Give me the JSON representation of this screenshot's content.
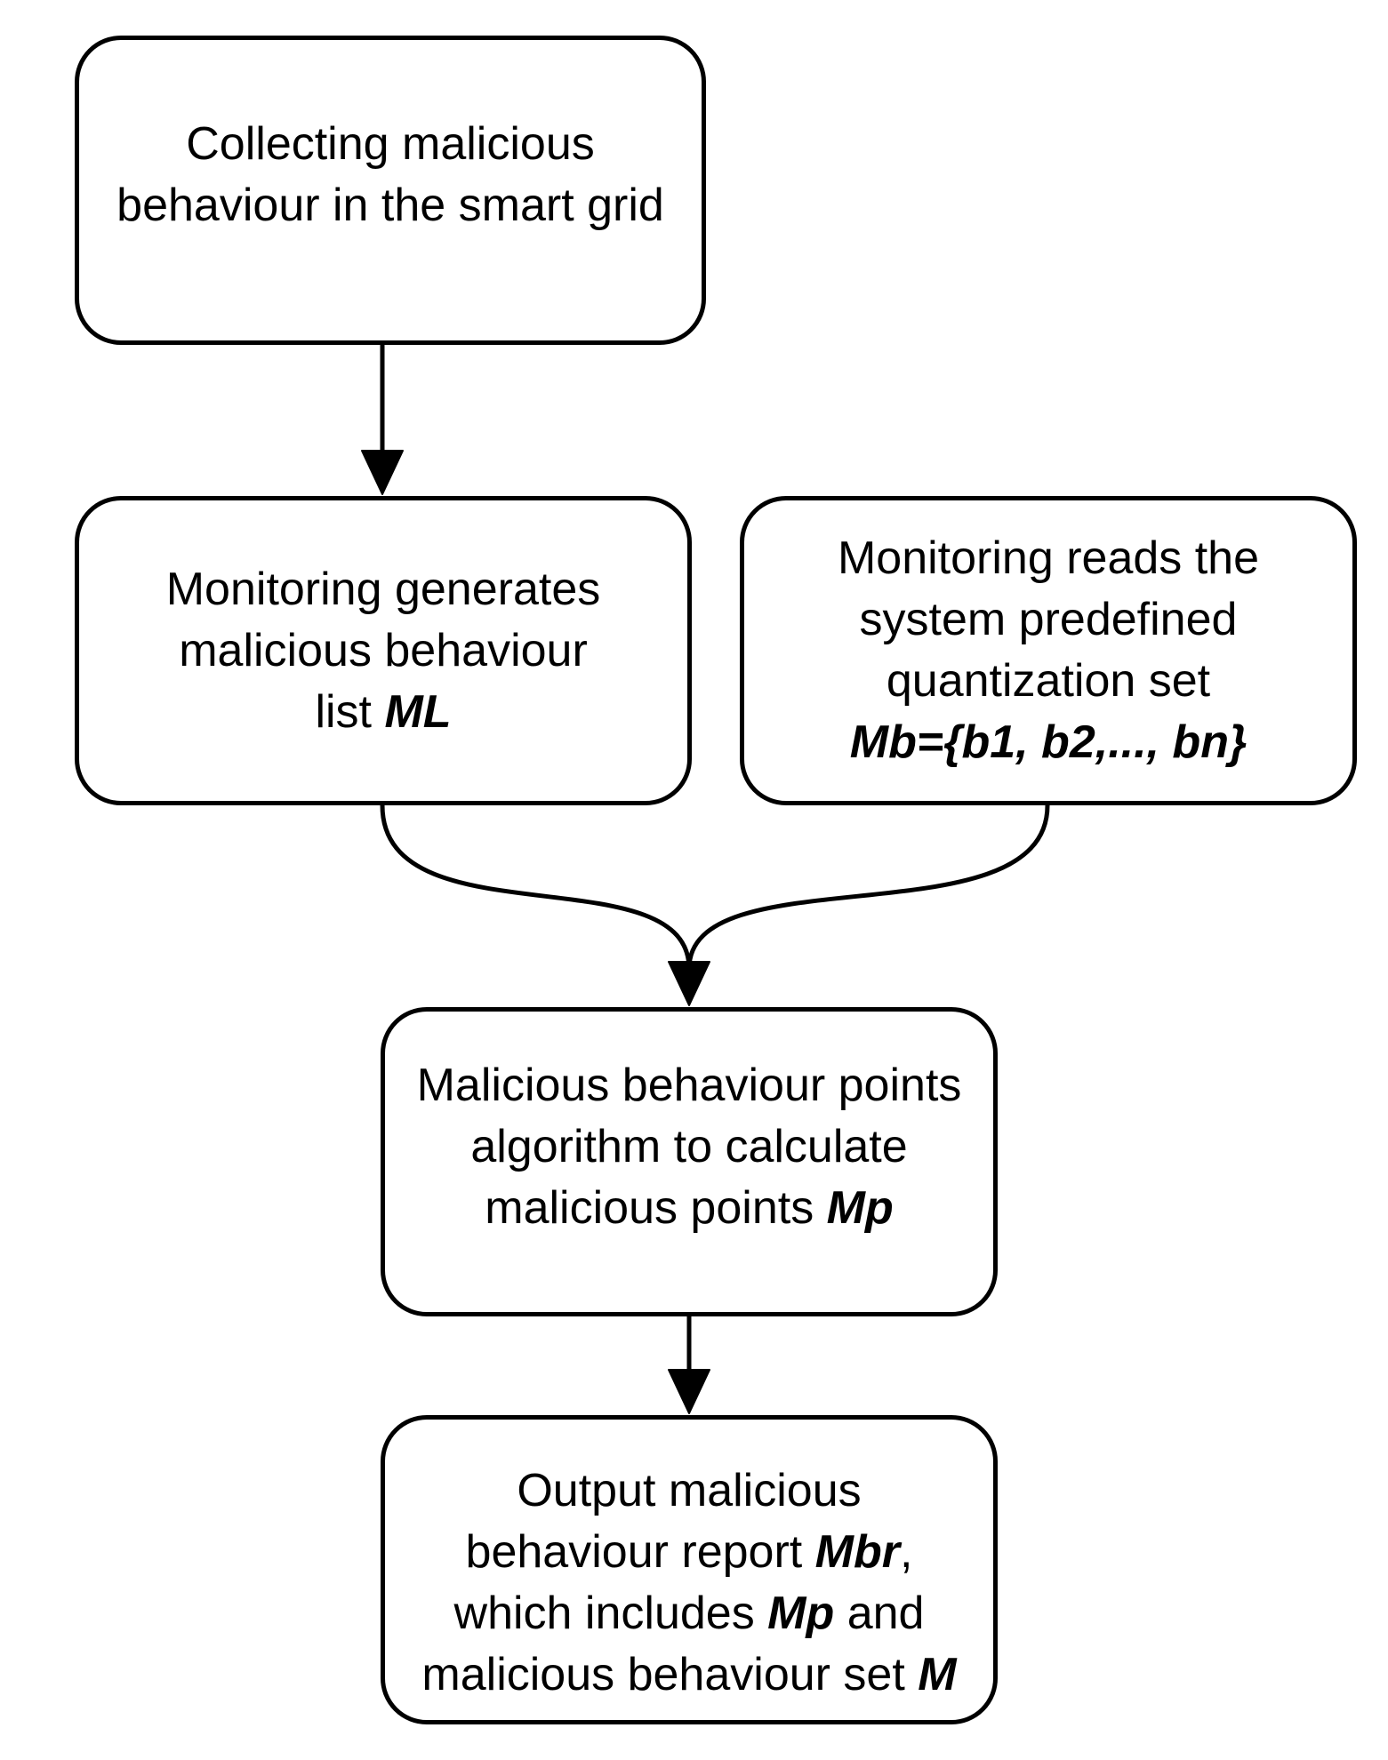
{
  "nodes": {
    "collect": {
      "line1": "Collecting malicious",
      "line2": "behaviour in the smart grid"
    },
    "generate": {
      "line1": "Monitoring generates",
      "line2": "malicious behaviour",
      "line3_text": "list ",
      "line3_var": "ML"
    },
    "reads": {
      "line1": "Monitoring reads the",
      "line2": "system predefined",
      "line3": "quantization set",
      "line4_var": "Mb={b1, b2,..., bn}"
    },
    "points": {
      "line1": "Malicious behaviour points",
      "line2": "algorithm to calculate",
      "line3_text": "malicious points ",
      "line3_var": "Mp"
    },
    "output": {
      "line1": "Output malicious",
      "line2_text": "behaviour report ",
      "line2_var": "Mbr",
      "line2_suffix": ",",
      "line3_text": "which includes ",
      "line3_var": "Mp",
      "line3_suffix": " and",
      "line4_text": "malicious behaviour set ",
      "line4_var": "M"
    }
  },
  "edges": [
    {
      "from": "collect",
      "to": "generate"
    },
    {
      "from": "generate",
      "to": "points"
    },
    {
      "from": "reads",
      "to": "points"
    },
    {
      "from": "points",
      "to": "output"
    }
  ]
}
